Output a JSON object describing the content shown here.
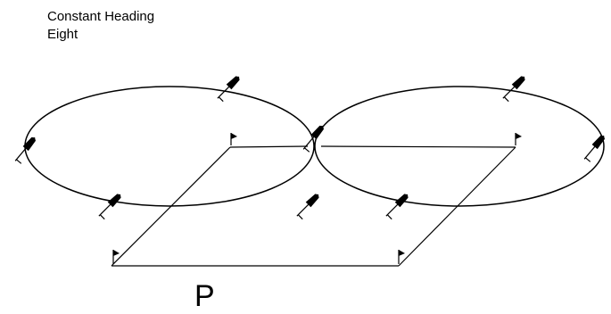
{
  "title": {
    "line1": "Constant Heading",
    "line2": "Eight"
  },
  "labels": {
    "parallelogram": "P"
  },
  "icons": {
    "aircraft": "aircraft-icon",
    "pylon_flag": "pylon-flag-icon"
  }
}
